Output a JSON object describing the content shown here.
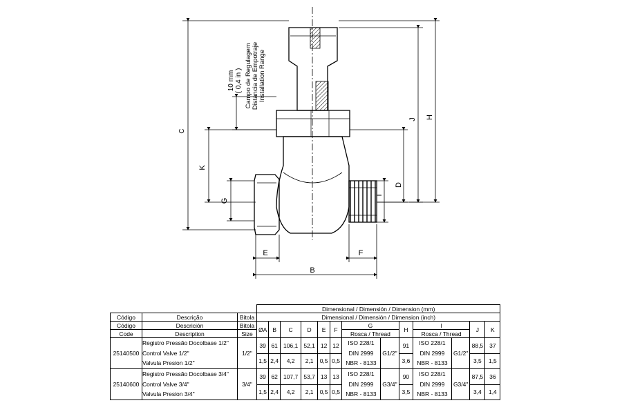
{
  "drawing": {
    "dim_labels": {
      "B": "B",
      "C": "C",
      "D": "D",
      "E": "E",
      "F": "F",
      "G": "G",
      "H": "H",
      "I": "I",
      "J": "J",
      "K": "K"
    },
    "range_value": "10 mm",
    "range_inch": "( 0,4 in )",
    "range_caption": [
      "Campo de Regulagem",
      "Distancia de Empotraje",
      "Installation Range"
    ]
  },
  "table": {
    "header_mm": "Dimensional / Dimensión / Dimension (mm)",
    "header_inch": "Dimensional / Dimensión / Dimension (inch)",
    "left_headers": [
      [
        "Código",
        "Descrição",
        "Bitola"
      ],
      [
        "Código",
        "Descrición",
        "Bitola"
      ],
      [
        "Code",
        "Description",
        "Size"
      ]
    ],
    "dim_columns": [
      "ØA",
      "B",
      "C",
      "D",
      "E",
      "F",
      "G",
      "H",
      "I",
      "J",
      "K"
    ],
    "thread_header": "Rosca / Thread",
    "rows": [
      {
        "code": "25140500",
        "description": [
          "Registro Pressão Docolbase 1/2\"",
          "Control Valve 1/2\"",
          "Valvula Presion 1/2\""
        ],
        "size": "1/2\"",
        "mm": {
          "A": "39",
          "B": "61",
          "C": "106,1",
          "D": "52,1",
          "E": "12",
          "F": "12",
          "H": "91",
          "J": "88,5",
          "K": "37"
        },
        "inch": {
          "A": "1,5",
          "B": "2,4",
          "C": "4,2",
          "D": "2,1",
          "E": "0,5",
          "F": "0,5",
          "H": "3,6",
          "J": "3,5",
          "K": "1,5"
        },
        "standards": [
          "ISO 228/1",
          "DIN 2999",
          "NBR - 8133"
        ],
        "thread": "G1/2\""
      },
      {
        "code": "25140600",
        "description": [
          "Registro Pressão Docolbase 3/4\"",
          "Control Valve 3/4\"",
          "Valvula Presion 3/4\""
        ],
        "size": "3/4\"",
        "mm": {
          "A": "39",
          "B": "62",
          "C": "107,7",
          "D": "53,7",
          "E": "13",
          "F": "13",
          "H": "90",
          "J": "87,5",
          "K": "36"
        },
        "inch": {
          "A": "1,5",
          "B": "2,4",
          "C": "4,2",
          "D": "2,1",
          "E": "0,5",
          "F": "0,5",
          "H": "3,5",
          "J": "3,4",
          "K": "1,4"
        },
        "standards": [
          "ISO 228/1",
          "DIN 2999",
          "NBR - 8133"
        ],
        "thread": "G3/4\""
      }
    ]
  }
}
